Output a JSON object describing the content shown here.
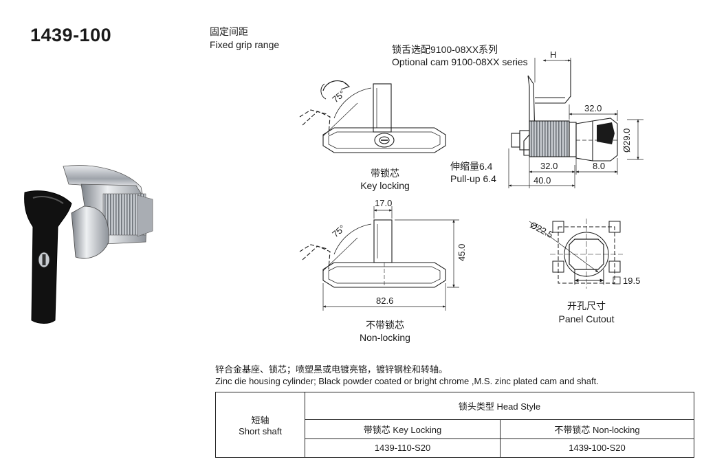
{
  "header": {
    "part_number": "1439-100"
  },
  "grip": {
    "label_cn": "固定间距",
    "label_en": "Fixed grip range"
  },
  "cam_note": {
    "label_cn": "锁舌选配9100-08XX系列",
    "label_en": "Optional cam 9100-08XX series"
  },
  "views": {
    "key_locking": {
      "label_cn": "带锁芯",
      "label_en": "Key locking",
      "angle": "75°"
    },
    "non_locking": {
      "label_cn": "不带锁芯",
      "label_en": "Non-locking",
      "angle": "75°"
    }
  },
  "pullup": {
    "label_cn": "伸缩量6.4",
    "label_en": "Pull-up 6.4"
  },
  "dimensions": {
    "H": "H",
    "d_32_top": "32.0",
    "d_32_bottom": "32.0",
    "d_8": "8.0",
    "d_40": "40.0",
    "d_dia29": "Ø29.0",
    "d_17": "17.0",
    "d_45": "45.0",
    "d_82_6": "82.6",
    "d_dia22_5": "Ø22.5",
    "d_sq19_5": "19.5"
  },
  "cutout": {
    "label_cn": "开孔尺寸",
    "label_en": "Panel Cutout"
  },
  "material": {
    "cn": "锌合金基座、锁芯；喷塑黑或电镀亮铬，镀锌钢栓和转轴。",
    "en": "Zinc die  housing cylinder; Black powder coated or bright chrome ,M.S. zinc plated cam and shaft."
  },
  "table": {
    "row_header_cn": "短轴",
    "row_header_en": "Short shaft",
    "group_header": "锁头类型 Head Style",
    "col_key": "带锁芯 Key Locking",
    "col_non": "不带锁芯 Non-locking",
    "val_key": "1439-110-S20",
    "val_non": "1439-100-S20"
  },
  "colors": {
    "ink": "#1a1a1a",
    "handle_black": "#111111",
    "chrome": "#b8bcc2"
  }
}
